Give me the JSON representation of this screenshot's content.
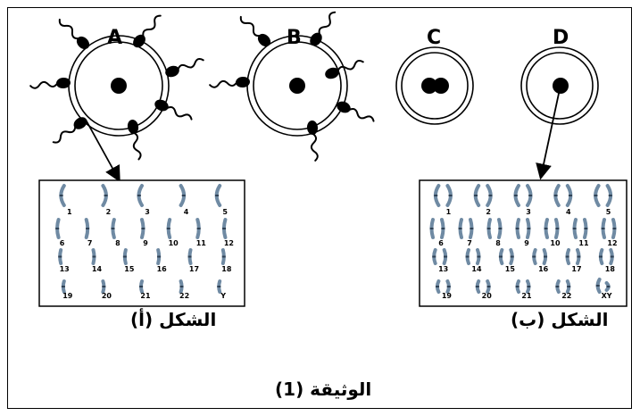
{
  "cells": [
    {
      "letter": "A"
    },
    {
      "letter": "B"
    },
    {
      "letter": "C"
    },
    {
      "letter": "D"
    }
  ],
  "karyotype_a": {
    "caption": "الشكل (أ)",
    "pair_numbers": [
      "1",
      "2",
      "3",
      "4",
      "5",
      "6",
      "7",
      "8",
      "9",
      "10",
      "11",
      "12",
      "13",
      "14",
      "15",
      "16",
      "17",
      "18",
      "19",
      "20",
      "21",
      "22",
      "Y"
    ]
  },
  "karyotype_b": {
    "caption": "الشكل (ب)",
    "pair_numbers": [
      "1",
      "2",
      "3",
      "4",
      "5",
      "6",
      "7",
      "8",
      "9",
      "10",
      "11",
      "12",
      "13",
      "14",
      "15",
      "16",
      "17",
      "18",
      "19",
      "20",
      "21",
      "22",
      "XY"
    ]
  },
  "document_title": "الوثيقة (1)",
  "colors": {
    "ink": "#000000",
    "chromosome": "#6f8aa3",
    "chromosome_dark": "#2f4256"
  }
}
